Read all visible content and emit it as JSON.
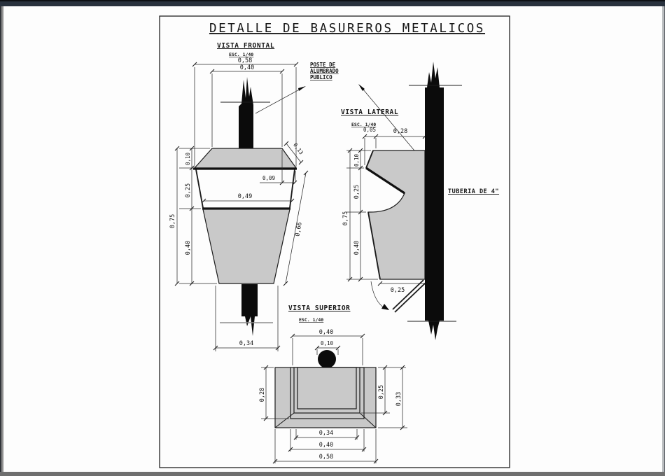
{
  "title": "DETALLE DE BASUREROS METALICOS",
  "views": {
    "frontal": {
      "label": "VISTA FRONTAL",
      "scale": "ESC. 1/40",
      "dim_top_outer": "0,58",
      "dim_top_inner": "0,40",
      "dim_lid_height": "0,10",
      "dim_mouth_height": "0,25",
      "dim_total_height": "0,75",
      "dim_body_height": "0,40",
      "dim_lid_edge": "0,13",
      "dim_lip_offset": "0,09",
      "dim_mouth_width": "0,49",
      "dim_side_slant": "0,66",
      "dim_base_width": "0,34"
    },
    "lateral": {
      "label": "VISTA LATERAL",
      "scale": "ESC. 1/40",
      "dim_overhang": "0,05",
      "dim_depth_top": "0,28",
      "dim_lid_height": "0,10",
      "dim_mouth_height": "0,25",
      "dim_total_height": "0,75",
      "dim_body_height": "0,40",
      "dim_base_depth": "0,25"
    },
    "superior": {
      "label": "VISTA SUPERIOR",
      "scale": "ESC. 1/40",
      "dim_top_width": "0,40",
      "dim_pole_dia": "0,10",
      "dim_left_depth": "0,28",
      "dim_inner_depth": "0,25",
      "dim_outer_depth": "0,33",
      "dim_bottom_inner": "0,34",
      "dim_bottom_mid": "0,40",
      "dim_bottom_outer": "0,58"
    }
  },
  "annotations": {
    "poste_line1": "POSTE DE",
    "poste_line2": "ALUMBRADO",
    "poste_line3": "PUBLICO",
    "tuberia": "TUBERIA DE 4\""
  },
  "colors": {
    "fill_gray": "#c9c9c9",
    "line": "#1c1c1c",
    "pole_black": "#0b0b0b",
    "paper": "#fdfdfd",
    "frame_top": "#29323e",
    "frame_bottom": "#6f6f6f"
  }
}
